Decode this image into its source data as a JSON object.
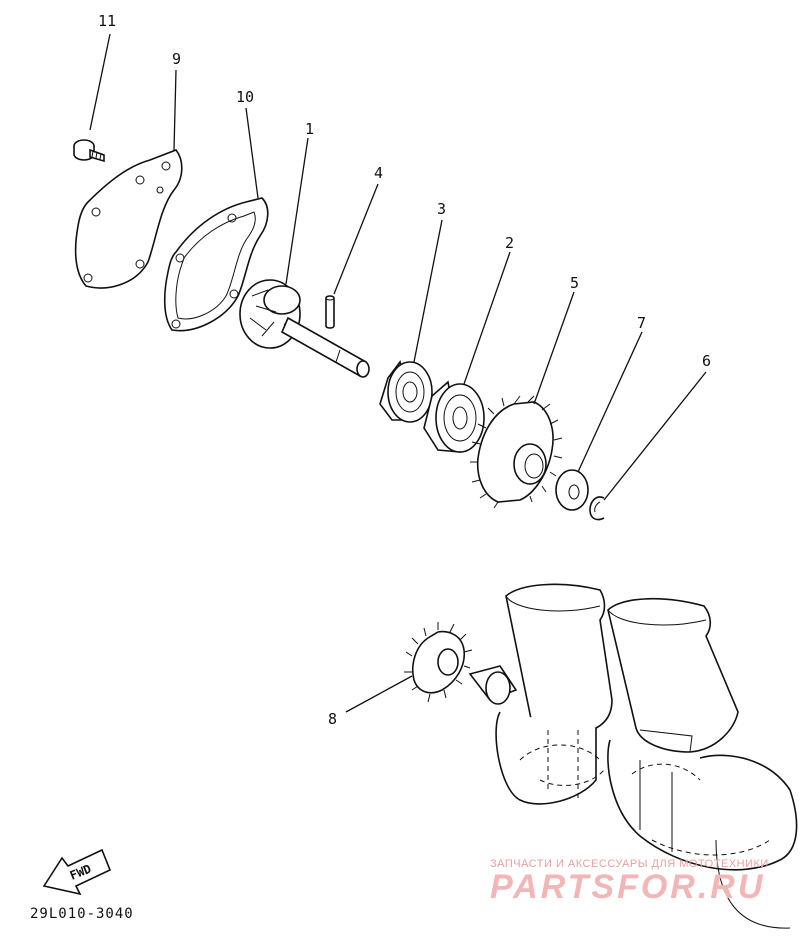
{
  "callouts": [
    {
      "id": "11",
      "text": "11"
    },
    {
      "id": "9",
      "text": "9"
    },
    {
      "id": "10",
      "text": "10"
    },
    {
      "id": "1",
      "text": "1"
    },
    {
      "id": "4",
      "text": "4"
    },
    {
      "id": "3",
      "text": "3"
    },
    {
      "id": "2",
      "text": "2"
    },
    {
      "id": "5",
      "text": "5"
    },
    {
      "id": "7",
      "text": "7"
    },
    {
      "id": "6",
      "text": "6"
    },
    {
      "id": "8",
      "text": "8"
    }
  ],
  "fwd_label": "FWD",
  "drawing_code": "29L010-3040",
  "watermark": {
    "tagline": "ЗАПЧАСТИ И АКСЕССУАРЫ ДЛЯ МОТОТЕХНИКИ",
    "brand": "PARTSFOR.RU"
  }
}
